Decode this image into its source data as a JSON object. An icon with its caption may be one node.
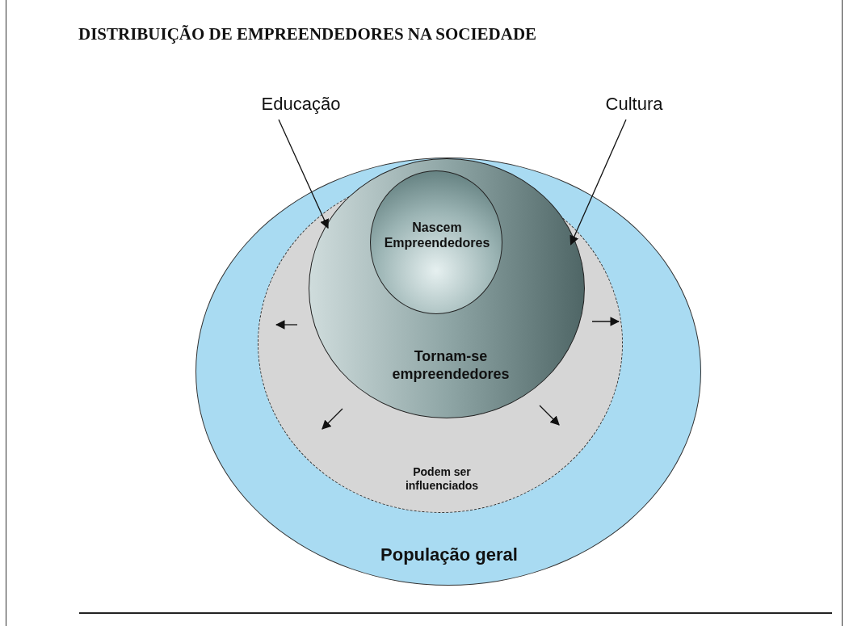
{
  "diagram": {
    "title": "DISTRIBUIÇÃO DE EMPREENDEDORES NA SOCIEDADE",
    "nodes": [
      {
        "text": [
          "População geral"
        ]
      },
      {
        "text": [
          "Podem ser influenciados"
        ],
        "in": 0
      },
      {
        "text": [
          "Tornam-se empreendedores"
        ],
        "in": 1
      },
      {
        "text": [
          "Nascem Empreendedores"
        ],
        "in": 2
      },
      {
        "text": [
          "Educação"
        ]
      },
      {
        "text": [
          "Cultura"
        ]
      }
    ],
    "edges": [
      {
        "from": 4,
        "to": 2,
        "arrow": "to"
      },
      {
        "from": 5,
        "to": 2,
        "arrow": "to"
      }
    ]
  }
}
